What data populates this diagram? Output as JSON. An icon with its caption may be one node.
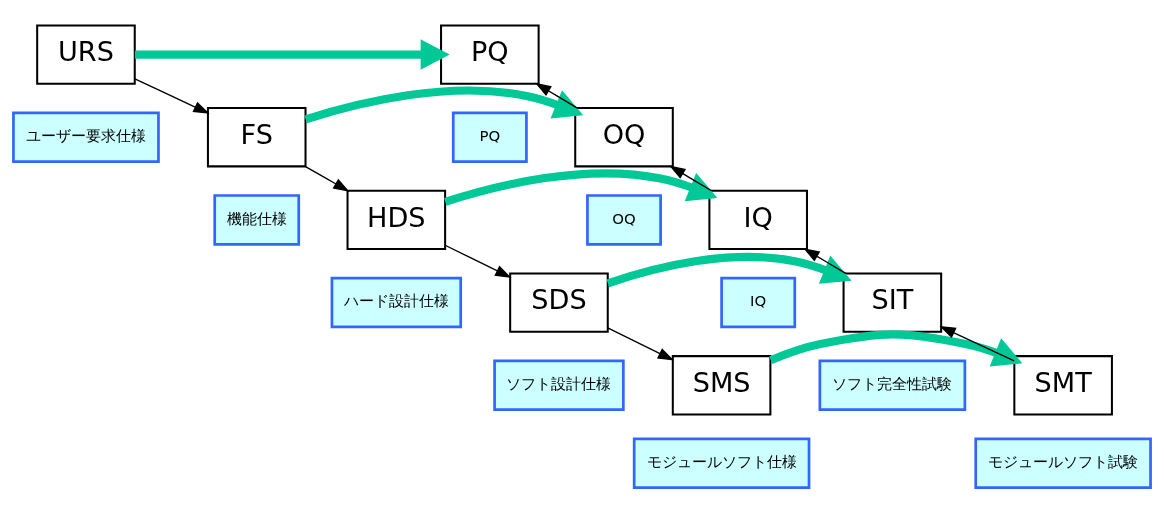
{
  "diagram": {
    "nodes": [
      {
        "text": [
          "URS"
        ]
      },
      {
        "text": [
          "PQ"
        ]
      },
      {
        "text": [
          "ユーザー要求仕様"
        ]
      },
      {
        "text": [
          "PQ"
        ]
      },
      {
        "text": [
          "FS"
        ]
      },
      {
        "text": [
          "OQ"
        ]
      },
      {
        "text": [
          "機能仕様"
        ]
      },
      {
        "text": [
          "OQ"
        ]
      },
      {
        "text": [
          "HDS"
        ]
      },
      {
        "text": [
          "IQ"
        ]
      },
      {
        "text": [
          "ハード設計仕様"
        ]
      },
      {
        "text": [
          "IQ"
        ]
      },
      {
        "text": [
          "SDS"
        ]
      },
      {
        "text": [
          "SIT"
        ]
      },
      {
        "text": [
          "ソフト設計仕様"
        ]
      },
      {
        "text": [
          "ソフト完全性試験"
        ]
      },
      {
        "text": [
          "SMS"
        ]
      },
      {
        "text": [
          "SMT"
        ]
      },
      {
        "text": [
          "モジュールソフト仕様"
        ]
      },
      {
        "text": [
          "モジュールソフト試験"
        ]
      }
    ],
    "edges": [
      {
        "from": 0,
        "to": 4,
        "arrow": "to"
      },
      {
        "from": 4,
        "to": 8,
        "arrow": "to"
      },
      {
        "from": 8,
        "to": 12,
        "arrow": "to"
      },
      {
        "from": 12,
        "to": 16,
        "arrow": "to"
      },
      {
        "from": 17,
        "to": 13,
        "arrow": "to"
      },
      {
        "from": 13,
        "to": 9,
        "arrow": "to"
      },
      {
        "from": 9,
        "to": 5,
        "arrow": "to"
      },
      {
        "from": 5,
        "to": 1,
        "arrow": "to"
      },
      {
        "from": 0,
        "to": 1,
        "arrow": "to",
        "style": "thick",
        "color": "#00c896"
      },
      {
        "from": 4,
        "to": 5,
        "arrow": "to",
        "style": "thick",
        "color": "#00c896"
      },
      {
        "from": 8,
        "to": 9,
        "arrow": "to",
        "style": "thick",
        "color": "#00c896"
      },
      {
        "from": 12,
        "to": 13,
        "arrow": "to",
        "style": "thick",
        "color": "#00c896"
      },
      {
        "from": 16,
        "to": 17,
        "arrow": "to",
        "style": "thick",
        "color": "#00c896"
      }
    ]
  }
}
